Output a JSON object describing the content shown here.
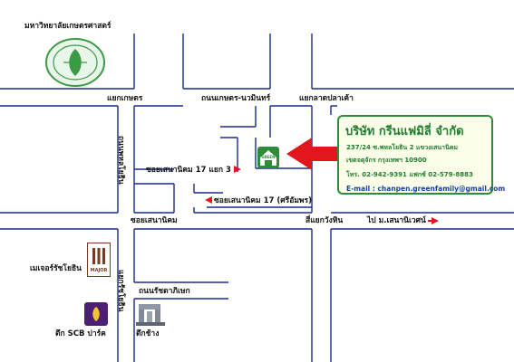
{
  "company": {
    "name": "บริษัท กรีนแฟมิลี่ จำกัด",
    "address_line1": "237/24 ซ.พหลโยธิน 2 แขวงเสนานิคม",
    "address_line2": "เขตจตุจักร กรุงเทพฯ 10900",
    "phone_line": "โทร. 02-942-9391 แฟกซ์ 02-579-8883",
    "email_line": "E-mail : chanpen.greenfamily@gmail.com"
  },
  "logo": {
    "text": "GREEN"
  },
  "landmarks": {
    "kasetsart": "มหาวิทยาลัยเกษตรศาสตร์",
    "major": "เมเจอร์รัชโยธิน",
    "major_logo": "MAJOR",
    "scb": "ตึก SCB ปาร์ค",
    "elephant": "ตึกช้าง"
  },
  "roads": {
    "kaset_intersection": "แยกเกษตร",
    "kaset_nawamin": "ถนนเกษตร-นวมินทร์",
    "lat_pla_khao_intersection": "แยกลาดปลาเค้า",
    "phahonyothin": "ถนนพหลโยธิน",
    "soi_senanikhom17_3": "ซอยเสนานิคม 17 แยก 3",
    "soi_senanikhom17_sriamphon": "ซอยเสนานิคม 17 (ศรีอัมพร)",
    "soi_senanikhom": "ซอยเสนานิคม",
    "si_yaek_wang_hin": "สี่แยกวังหิน",
    "to_senanikhom_village": "ไป ม.เสนานิเวศน์",
    "ratchayothin_intersection": "แยกรัชโยธิน",
    "ratchadaphisek": "ถนนรัชดาภิเษก"
  },
  "colors": {
    "road": "#1b2a8a",
    "arrow": "#e2171d",
    "brand_green": "#1f7d2e",
    "email_blue": "#1c3fa4",
    "card_border": "#2e8b3a",
    "card_fill": "#fbffe9"
  }
}
